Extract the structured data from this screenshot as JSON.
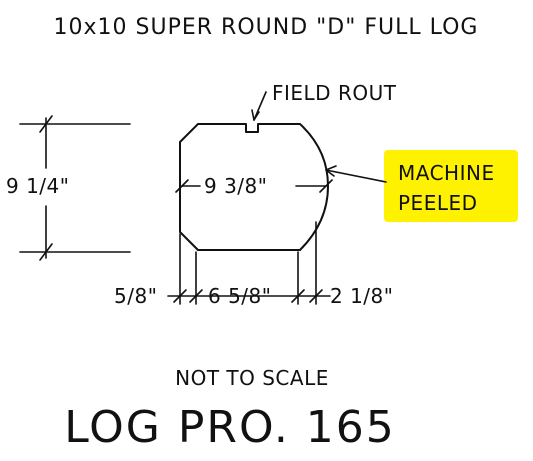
{
  "title": "10x10 SUPER ROUND \"D\" FULL LOG",
  "callouts": {
    "field_rout": "FIELD ROUT",
    "machine_line1": "MACHINE",
    "machine_line2": "PEELED"
  },
  "dimensions": {
    "height": "9 1/4\"",
    "width": "9 3/8\"",
    "bottom_left": "5/8\"",
    "bottom_middle": "6 5/8\"",
    "bottom_right": "2 1/8\""
  },
  "note": "NOT TO SCALE",
  "product_code": "LOG PRO. 165",
  "colors": {
    "ink": "#111111",
    "highlight": "#fff200"
  }
}
